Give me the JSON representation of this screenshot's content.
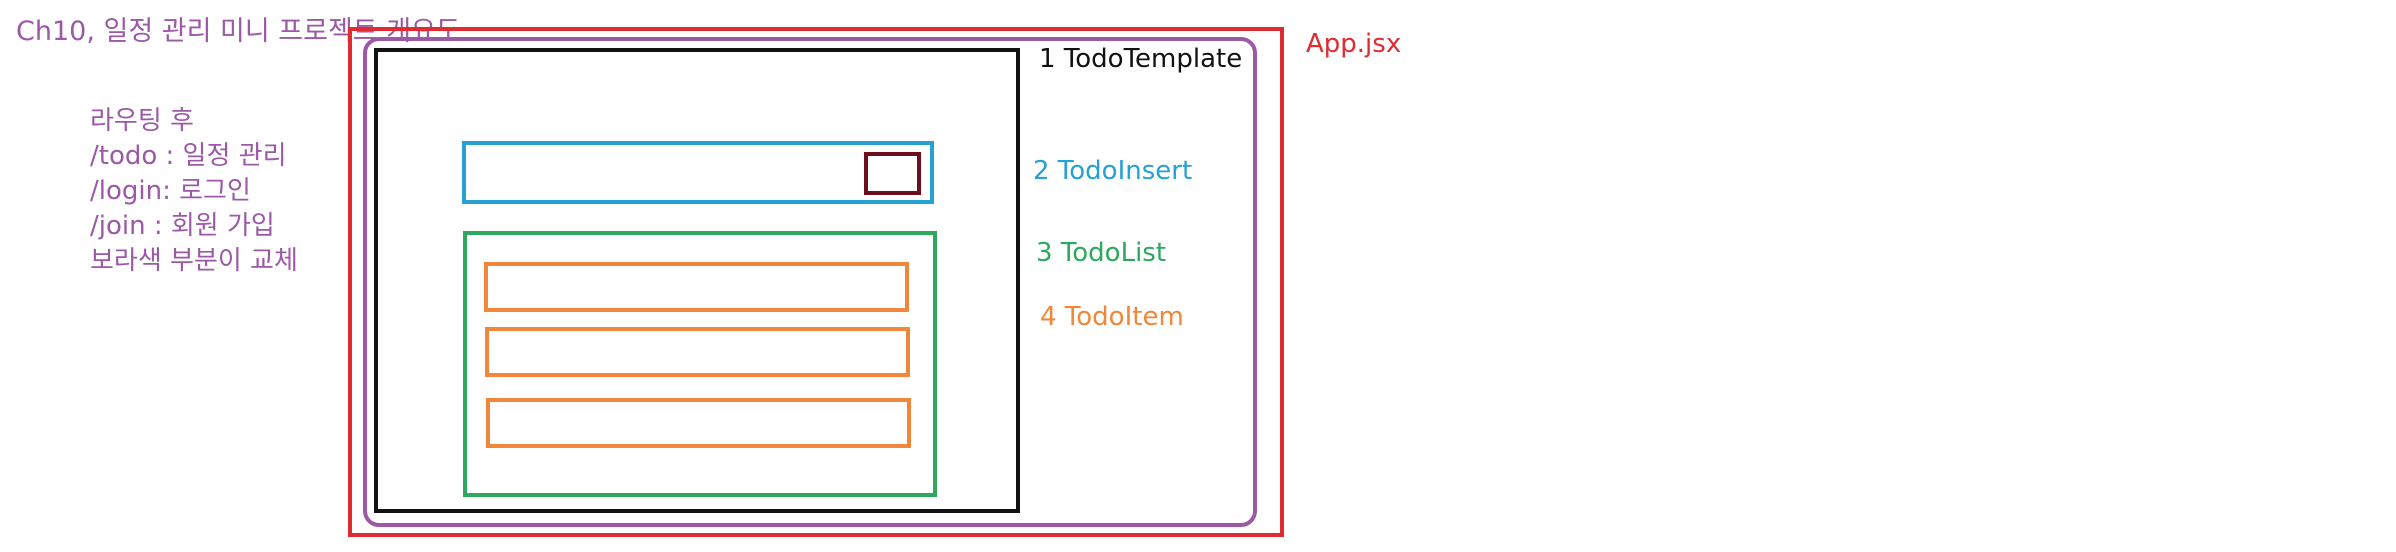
{
  "title": "Ch10, 일정 관리 미니 프로젝트 개요도",
  "notes": [
    "라우팅 후",
    "/todo : 일정 관리",
    "/login: 로그인",
    "/join : 회원 가입",
    "보라색 부분이 교체"
  ],
  "components": {
    "app": "App.jsx",
    "template": "1 TodoTemplate",
    "insert": "2 TodoInsert",
    "list": "3 TodoList",
    "item": "4 TodoItem"
  },
  "colors": {
    "app": "#e12b32",
    "router": "#9b59a6",
    "template": "#111111",
    "insert": "#27a0d4",
    "insert_button": "#6b0f1d",
    "list": "#2ea85e",
    "item": "#f0873a"
  }
}
